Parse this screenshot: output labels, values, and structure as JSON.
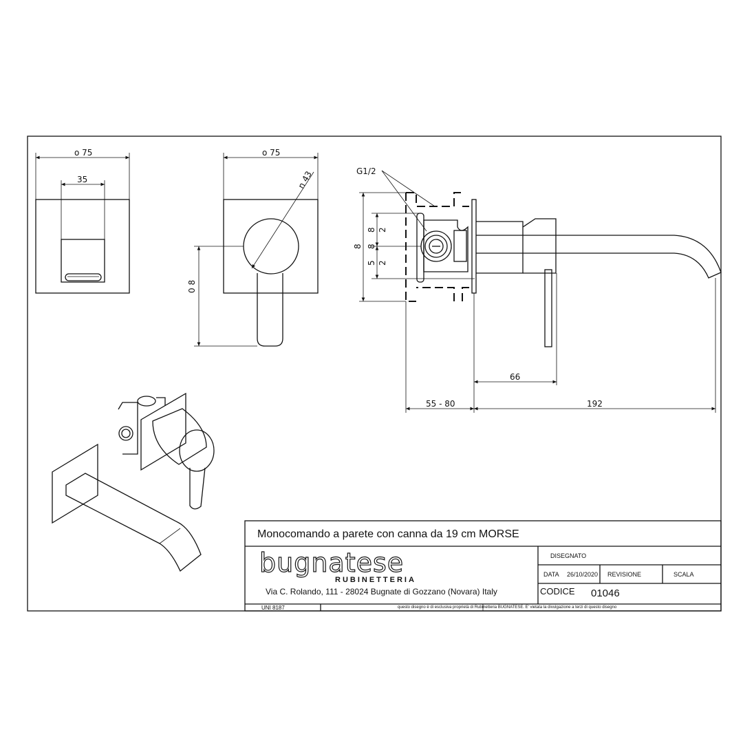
{
  "drawing": {
    "dimensions": {
      "front_width": "ο 75",
      "front_inner": "35",
      "side_width": "ο 75",
      "handle_diameter": "n 43",
      "side_height": "0 8",
      "thread": "G1/2",
      "body_total": "8",
      "body_upper_a": "8",
      "body_upper_b": "2",
      "body_mid": "8",
      "body_lower_a": "5",
      "body_lower_b": "2",
      "handle_reach": "66",
      "wall_depth": "55 - 80",
      "spout_reach": "192"
    }
  },
  "title_block": {
    "title": "Monocomando a parete con canna da 19 cm MORSE",
    "logo_text": "bugnatese",
    "logo_subtext": "RUBINETTERIA",
    "address": "Via C. Rolando, 111 - 28024 Bugnate di Gozzano (Novara) Italy",
    "disegnato_label": "DISEGNATO",
    "data_label": "DATA",
    "data_value": "26/10/2020",
    "revisione_label": "REVISIONE",
    "scala_label": "SCALA",
    "codice_label": "CODICE",
    "codice_value": "01046",
    "standard": "UNI 8187",
    "disclaimer": "questo disegno è di esclusiva proprietà di Rubinetteria BUGNATESE. E' vietata la divulgazione a terzi di questo disegno"
  }
}
